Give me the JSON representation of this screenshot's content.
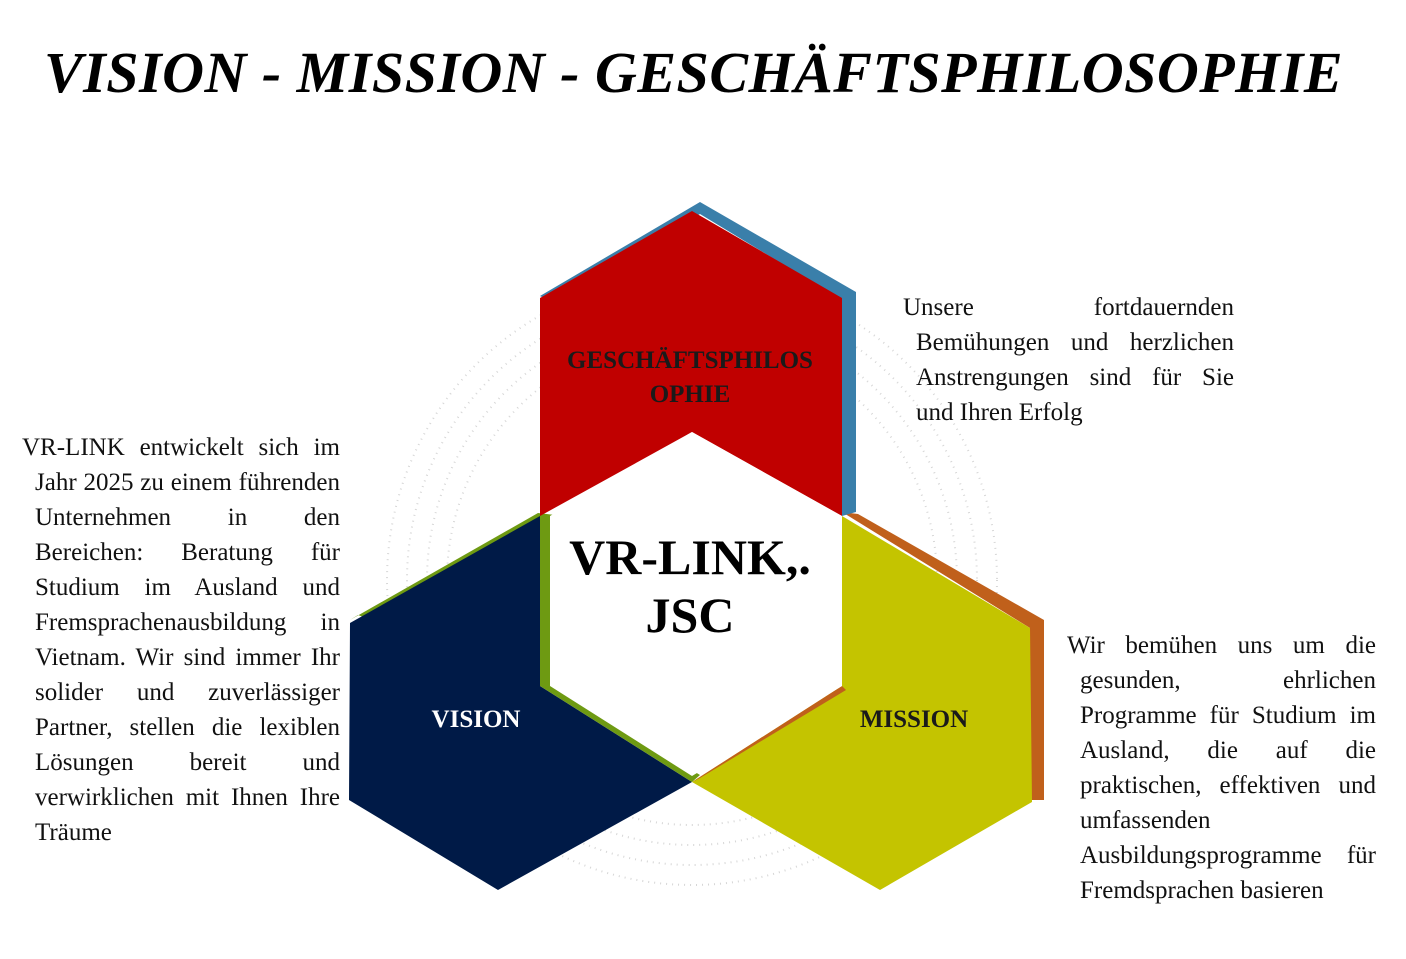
{
  "title": "VISION - MISSION - GESCHÄFTSPHILOSOPHIE",
  "center": {
    "line1": "VR-LINK,.",
    "line2": "JSC"
  },
  "hexagons": {
    "philosophy": {
      "line1": "GESCHÄFTSPHILOS",
      "line2": "OPHIE",
      "color": "#C00000",
      "edge_color": "#3A7FAA"
    },
    "vision": {
      "label": "VISION",
      "color": "#001A47",
      "edge_color": "#6E9A12"
    },
    "mission": {
      "label": "MISSION",
      "color": "#C4C400",
      "edge_color": "#C0601B"
    }
  },
  "descriptions": {
    "vision": "VR-LINK entwickelt sich im Jahr 2025 zu einem führenden Unternehmen in den Bereichen: Beratung für Studium im Ausland und Fremsprachenausbildung in Vietnam. Wir sind immer Ihr solider und zuverlässiger Partner, stellen die lexiblen Lösungen bereit und verwirklichen mit Ihnen Ihre Träume",
    "philosophy": "Unsere fortdauernden Bemühungen und herzlichen Anstrengungen sind für Sie und Ihren Erfolg",
    "mission": "Wir bemühen uns um die gesunden, ehrlichen Programme für Studium im Ausland, die auf die praktischen, effektiven und umfassenden Ausbildungsprogramme für Fremdsprachen basieren"
  }
}
